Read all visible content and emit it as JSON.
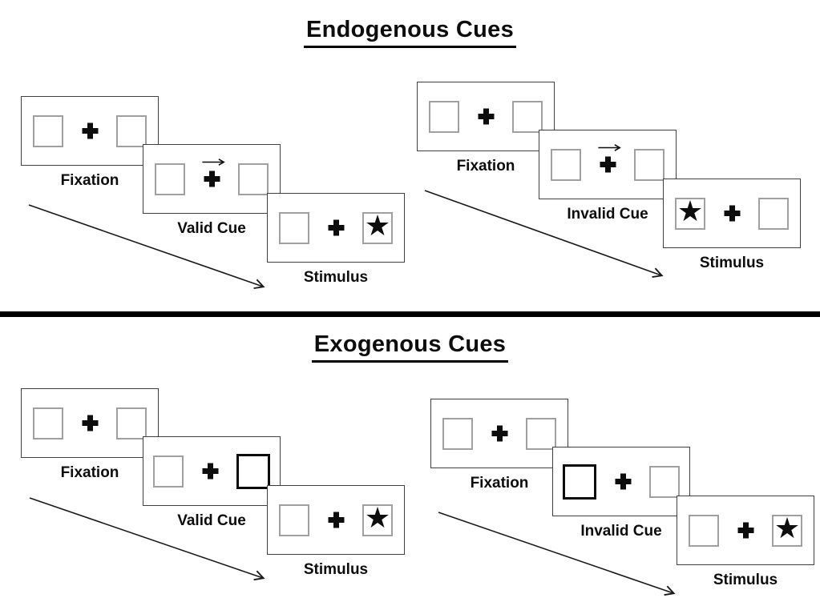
{
  "figure": {
    "description_visible_text_only": true
  },
  "colors": {
    "background": "#ffffff",
    "ink": "#0d0d0d",
    "panel_border": "#404040",
    "box_border": "#a0a0a0",
    "highlight_border": "#0a0a0a",
    "divider": "#000000"
  },
  "icons": {
    "star": "★",
    "plus": "heavy-plus-cross",
    "cue_direction_arrow": "right-arrow",
    "sequence_arrow": "diagonal-down-right-arrow"
  },
  "sections": [
    {
      "id": "endogenous",
      "title": "Endogenous Cues",
      "sequences": [
        {
          "id": "endogenous-valid",
          "panels": [
            {
              "label": "Fixation",
              "left_box": "empty",
              "right_box": "empty",
              "cue_arrow": false
            },
            {
              "label": "Valid Cue",
              "left_box": "empty",
              "right_box": "empty",
              "cue_arrow": true
            },
            {
              "label": "Stimulus",
              "left_box": "empty",
              "right_box": "star",
              "cue_arrow": false
            }
          ]
        },
        {
          "id": "endogenous-invalid",
          "panels": [
            {
              "label": "Fixation",
              "left_box": "empty",
              "right_box": "empty",
              "cue_arrow": false
            },
            {
              "label": "Invalid Cue",
              "left_box": "empty",
              "right_box": "empty",
              "cue_arrow": true
            },
            {
              "label": "Stimulus",
              "left_box": "star",
              "right_box": "empty",
              "cue_arrow": false
            }
          ]
        }
      ]
    },
    {
      "id": "exogenous",
      "title": "Exogenous Cues",
      "sequences": [
        {
          "id": "exogenous-valid",
          "panels": [
            {
              "label": "Fixation",
              "left_box": "empty",
              "right_box": "empty",
              "cue_arrow": false
            },
            {
              "label": "Valid Cue",
              "left_box": "empty",
              "right_box": "highlight",
              "cue_arrow": false
            },
            {
              "label": "Stimulus",
              "left_box": "empty",
              "right_box": "star",
              "cue_arrow": false
            }
          ]
        },
        {
          "id": "exogenous-invalid",
          "panels": [
            {
              "label": "Fixation",
              "left_box": "empty",
              "right_box": "empty",
              "cue_arrow": false
            },
            {
              "label": "Invalid Cue",
              "left_box": "highlight",
              "right_box": "empty",
              "cue_arrow": false
            },
            {
              "label": "Stimulus",
              "left_box": "empty",
              "right_box": "star",
              "cue_arrow": false
            }
          ]
        }
      ]
    }
  ]
}
